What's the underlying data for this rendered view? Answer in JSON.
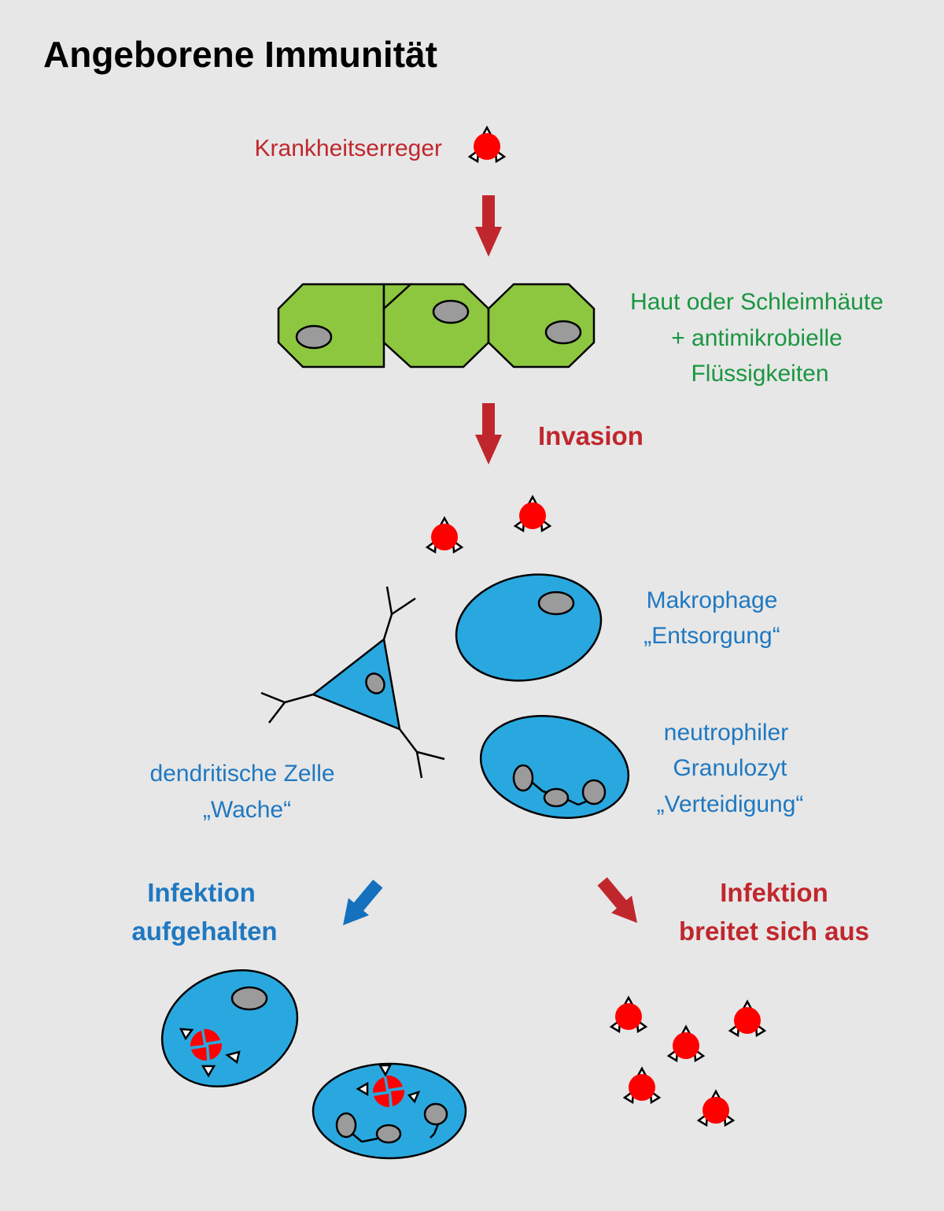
{
  "title": "Angeborene Immunität",
  "pathogen_label": "Krankheitserreger",
  "barrier": {
    "line1": "Haut oder Schleimhäute",
    "line2": "+ antimikrobielle",
    "line3": "Flüssigkeiten"
  },
  "invasion_label": "Invasion",
  "macrophage": {
    "line1": "Makrophage",
    "line2": "„Entsorgung“"
  },
  "neutrophil": {
    "line1": "neutrophiler",
    "line2": "Granulozyt",
    "line3": "„Verteidigung“"
  },
  "dendritic": {
    "line1": "dendritische Zelle",
    "line2": "„Wache“"
  },
  "outcome_stopped": {
    "line1": "Infektion",
    "line2": "aufgehalten"
  },
  "outcome_spread": {
    "line1": "Infektion",
    "line2": "breitet sich aus"
  },
  "colors": {
    "title": "#000000",
    "pathogen_red": "#c0272d",
    "barrier_green": "#1a9641",
    "cell_blue": "#1f78c1",
    "cell_fill": "#29a8e0",
    "epithelium_fill": "#8dc63f",
    "nucleus_gray": "#9b9b9b",
    "pathogen_core": "#ff0000",
    "arrow_blue": "#1570be"
  }
}
